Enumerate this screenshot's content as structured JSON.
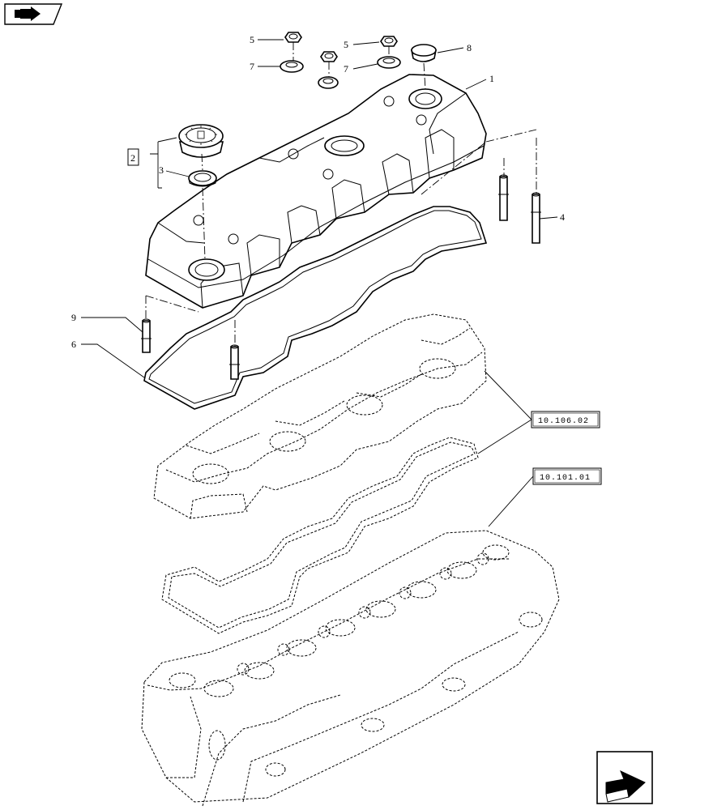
{
  "callouts": {
    "c1": "1",
    "c2": "2",
    "c3": "3",
    "c4": "4",
    "c5a": "5",
    "c5b": "5",
    "c6": "6",
    "c7a": "7",
    "c7b": "7",
    "c8": "8",
    "c9": "9"
  },
  "references": {
    "ref_gasket_section": "10.106.02",
    "ref_head_section": "10.101.01"
  },
  "icons": {
    "top_left": "section-nav-arrow-icon",
    "bottom_right": "next-page-arrow-icon"
  }
}
